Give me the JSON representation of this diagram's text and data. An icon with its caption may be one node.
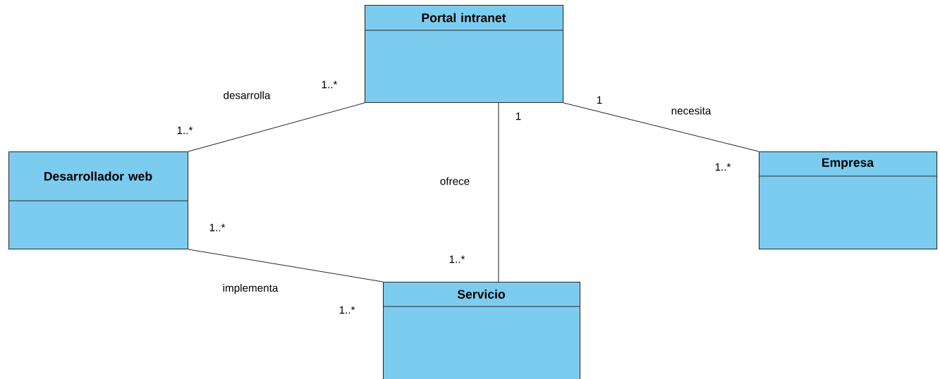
{
  "diagram": {
    "nodes": [
      {
        "text": [
          "Portal intranet"
        ]
      },
      {
        "text": [
          "Desarrollador web"
        ]
      },
      {
        "text": [
          "Empresa"
        ]
      },
      {
        "text": [
          "Servicio"
        ]
      }
    ],
    "edges": [
      {
        "from": 1,
        "to": 0,
        "arrow": "none",
        "label": "desarrolla"
      },
      {
        "from": 0,
        "to": 3,
        "arrow": "none",
        "label": "ofrece"
      },
      {
        "from": 0,
        "to": 2,
        "arrow": "none",
        "label": "necesita"
      },
      {
        "from": 1,
        "to": 3,
        "arrow": "none",
        "label": "implementa"
      }
    ],
    "labels": [
      "1..*",
      "1..*",
      "1",
      "1",
      "1..*",
      "1..*",
      "1..*",
      "1..*"
    ]
  }
}
